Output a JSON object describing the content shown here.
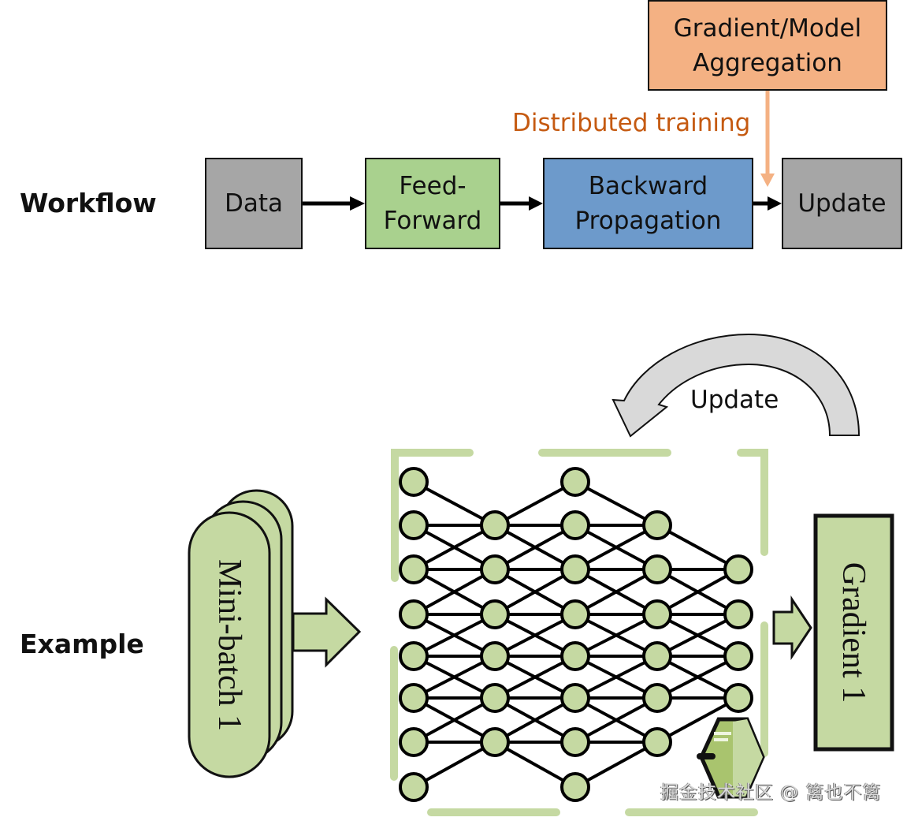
{
  "colors": {
    "gray_box": "#a6a6a6",
    "green_box": "#a9d18e",
    "blue_box": "#6d9acb",
    "orange_box": "#f4b183",
    "orange_text": "#c55a11",
    "orange_arrow": "#f4b183",
    "node_fill": "#c5d9a2",
    "frame_green": "#c5d9a2",
    "update_arrow_fill": "#d9d9d9"
  },
  "workflow": {
    "label": "Workflow",
    "steps": [
      {
        "id": "data",
        "lines": [
          "Data"
        ]
      },
      {
        "id": "feed-forward",
        "lines": [
          "Feed-",
          "Forward"
        ]
      },
      {
        "id": "backward-propagation",
        "lines": [
          "Backward",
          "Propagation"
        ]
      },
      {
        "id": "update",
        "lines": [
          "Update"
        ]
      }
    ],
    "aggregation": {
      "lines": [
        "Gradient/Model",
        "Aggregation"
      ]
    },
    "distributed_label": "Distributed training"
  },
  "example": {
    "label": "Example",
    "minibatch_label": "Mini-batch 1",
    "gradient_label": "Gradient 1",
    "update_label": "Update",
    "network": {
      "layers": [
        {
          "rows": [
            0,
            1,
            2,
            3,
            4,
            5,
            6,
            7
          ]
        },
        {
          "rows": [
            1,
            2,
            3,
            4,
            5,
            6
          ]
        },
        {
          "rows": [
            0,
            1,
            2,
            3,
            4,
            5,
            6,
            7
          ]
        },
        {
          "rows": [
            1,
            2,
            3,
            4,
            5,
            6
          ]
        },
        {
          "rows": [
            2,
            3,
            4,
            5
          ]
        }
      ]
    }
  },
  "watermark": "掘金技术社区 @ 篱也不篱"
}
